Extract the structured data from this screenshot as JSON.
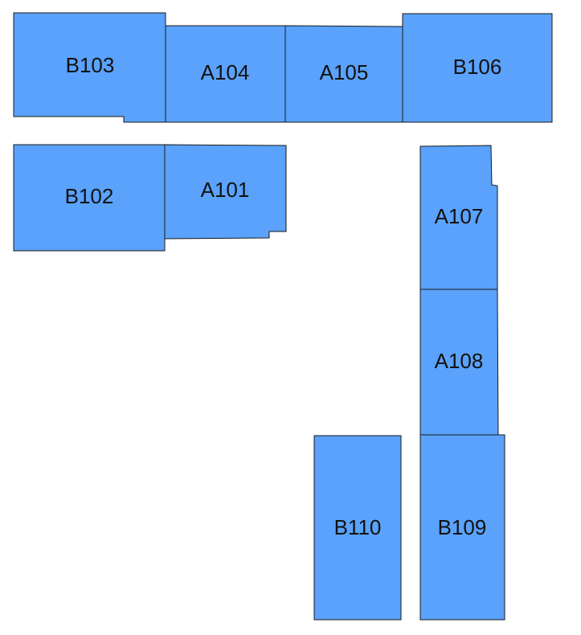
{
  "colors": {
    "room_fill": "#5aa2fb",
    "room_stroke": "#1a1a1a",
    "label": "#111111",
    "background": "#ffffff"
  },
  "rooms": [
    {
      "id": "B103",
      "label": "B103"
    },
    {
      "id": "A104",
      "label": "A104"
    },
    {
      "id": "A105",
      "label": "A105"
    },
    {
      "id": "B106",
      "label": "B106"
    },
    {
      "id": "B102",
      "label": "B102"
    },
    {
      "id": "A101",
      "label": "A101"
    },
    {
      "id": "A107",
      "label": "A107"
    },
    {
      "id": "A108",
      "label": "A108"
    },
    {
      "id": "B110",
      "label": "B110"
    },
    {
      "id": "B109",
      "label": "B109"
    }
  ]
}
